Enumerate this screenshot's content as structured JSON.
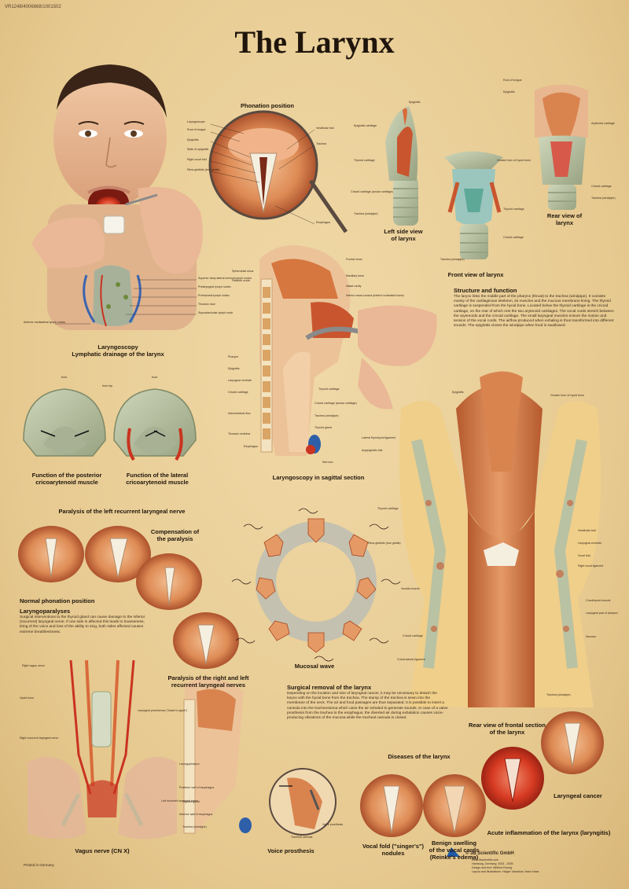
{
  "code": "VR1248/4006668/1001502",
  "title": "The Larynx",
  "captions": {
    "phonation": "Phonation position",
    "left_side": "Left side view\nof larynx",
    "rear_view": "Rear view of\nlarynx",
    "front_view": "Front view of larynx",
    "laryngoscopy": "Laryngoscopy\nLymphatic drainage of the larynx",
    "posterior": "Function of the posterior\ncricoarytenoid muscle",
    "lateral": "Function of the lateral\ncricoarytenoid muscle",
    "sagittal": "Laryngoscopy in sagittal section",
    "paralysis_left": "Paralysis of the left recurrent laryngeal nerve",
    "compensation": "Compensation of\nthe paralysis",
    "normal": "Normal phonation position",
    "mucosal": "Mucosal wave",
    "paralysis_rl": "Paralysis of the right and left\nrecurrent laryngeal nerves",
    "frontal": "Rear view of frontal section\nof the larynx",
    "vagus": "Vagus nerve (CN X)",
    "voice": "Voice prosthesis",
    "diseases": "Diseases of the larynx",
    "laryngeal_cancer": "Laryngeal cancer",
    "acute": "Acute inflammation of the larynx (laryngitis)",
    "nodules": "Vocal fold (\"singer's\") nodules",
    "benign": "Benign swelling\nof the vocal cards\n(Reinke's edema)"
  },
  "texts": {
    "structure_title": "Structure and function",
    "structure_body": "The larynx links the middle part of the pharynx (throat) to the trachea (windpipe). It consists mainly of the cartilaginous skeleton, its muscles and the mucous membrane lining. The thyroid cartilage is suspended from the hyoid bone. Located below the thyroid cartilage is the cricoid cartilage, on the rear of which rest the two arytenoid cartilages. The vocal cords stretch between the arytenoids and the cricoid cartilage. The small laryngeal muscles ensure the motion and tension of the vocal cords. The airflow produced when exhaling is thus transformed into different sounds. The epiglottis closes the windpipe when food is swallowed.",
    "laryngoparalyses_title": "Laryngoparalyses",
    "laryngoparalyses_body": "Surgical interventions to the thyroid gland can cause damage to the inferior (recurrent) laryngeal nerve. If one side is affected this leads to hoarseness, tiring of the voice and loss of the ability to sing, both sides affected causes extreme breathlessness.",
    "surgical_title": "Surgical removal of the larynx",
    "surgical_body": "Depending on the location and size of laryngeal cancer, it may be necessary to detach the larynx with the hyoid bone from the trachea. The stump of the trachea is sewn into the membrane of the neck. The air and food passages are thus separated. It is possible to insert a cannula into the tracheostoma which uses the air exhaled to generate sounds. In case of a valve prosthesis from the trachea to the esophagus, the diverted air during exhalation causes voice-producing vibrations of the mucosa while the tracheal cannula is closed.",
    "printed": "Printed in Germany",
    "publisher": "© 3B Scientific GmbH",
    "pub_line1": "www.3bscientific.com",
    "pub_line2": "Hamburg, Germany, 2003 - 2005",
    "pub_line3": "Design and text: Wilfried Fennig",
    "pub_line4": "Layout and Illustrations: Holger Vanselow, Hans Haas"
  },
  "labels": {
    "ph_laryngoscope": "Laryngoscope",
    "ph_root_tongue": "Root of tongue",
    "ph_epiglottis": "Epiglottis",
    "ph_stalk": "Stalk of epiglottis",
    "ph_right_vocal": "Right vocal fold",
    "ph_rima": "Rima glottidis (true glottis)",
    "ph_vestibular": "Vestibular fold",
    "ph_trachea": "Trachea",
    "ph_esophagus": "Esophagus",
    "lymph_superior": "Superior deep lateral cervical lymph nodes",
    "lymph_prelaryngeal": "Prelaryngeal lymph nodes",
    "lymph_pretracheal": "Pretracheal lymph nodes",
    "lymph_thoracic": "Thoracic duct",
    "lymph_supra": "Supraclavicular lymph node",
    "lymph_anterior": "Anterior mediastinal lymph nodes",
    "sag_sphenoidal": "Sphenoidal sinus",
    "sag_palatine": "Palatine uvula",
    "sag_frontal": "Frontal sinus",
    "sag_maxillary": "Maxillary bone",
    "sag_nasal": "Nasal cavity",
    "sag_inferior": "Inferior nasal concha (inferior turbinated bone)",
    "sag_pharynx": "Pharynx",
    "sag_epiglottis": "Epiglottis",
    "sag_ventricle": "Laryngeal ventricle",
    "sag_cricoid": "Cricoid cartilage",
    "sag_disc": "Intervertebral disc",
    "sag_vertebra": "Thoracic vertebra",
    "sag_esophagus": "Esophagus",
    "sag_thyroid_c": "Thyroid cartilage",
    "sag_cricoid2": "Cricoid cartilage (anular cartilage)",
    "sag_trachea": "Trachea (windpipe)",
    "sag_thyroid_g": "Thyroid gland",
    "sag_sternum": "Sternum",
    "fr_epiglottis": "Epiglottis",
    "fr_greater_horn": "Greater horn of hyoid bone",
    "fr_lateral_lig": "Lateral thyrohyoid ligament",
    "fr_aryepi": "Aryepiglottic fold",
    "fr_thyroid": "Thyroid cartilage",
    "fr_rima": "Rima glottidis (true glottis)",
    "fr_vocalis": "Vocalis muscle",
    "fr_cricoid": "Cricoid cartilage",
    "fr_cricotracheal": "Cricotracheal ligament",
    "fr_vestibular": "Vestibular fold",
    "fr_ventricle": "Laryngeal ventricle",
    "fr_vocal_fold": "Vocal fold",
    "fr_right_vocal_lig": "Right vocal ligament",
    "fr_cricothyroid": "Cricothyroid muscle",
    "fr_laryngeal_part": "Laryngeal part of pharynx",
    "fr_mucosa": "Mucosa",
    "fr_trachea": "Trachea (windpipe)",
    "vg_right_vagus": "Right vagus nerve",
    "vg_hyoid": "Hyoid bone",
    "vg_right_recurrent": "Right recurrent laryngeal nerve",
    "vg_prominence": "Laryngeal prominence (\"Adam's apple\")",
    "vg_left_recurrent": "Left recurrent laryngeal nerve",
    "vp_laryngopharynx": "Laryngopharynx",
    "vp_posterior": "Posterior wall of esophagus",
    "vp_thyroid": "Thyroid gland",
    "vp_anterior": "Anterior wall of esophagus",
    "vp_trachea": "Trachea (windpipe)",
    "vp_valve": "Valve prosthesis",
    "vp_cannula": "Tracheal cannula",
    "pp_front": "front",
    "pp_top": "from top",
    "ls_epiglottis": "Epiglottis",
    "ls_epi_cart": "Epiglottic cartilage",
    "ls_thyroid": "Thyroid cartilage",
    "ls_cricoid": "Cricoid cartilage (anular cartilage)",
    "ls_trachea": "Trachea (windpipe)",
    "rv_root": "Root of tongue",
    "rv_epiglottis": "Epiglottis",
    "rv_arytenoid": "Arytenoid cartilage",
    "rv_cricoid": "Cricoid cartilage",
    "rv_trachea": "Trachea (windpipe)",
    "fv_greater": "Greater horn of hyoid bone",
    "fv_thyroid": "Thyroid cartilage",
    "fv_cricoid": "Cricoid cartilage",
    "fv_trachea": "Trachea (windpipe)"
  },
  "colors": {
    "background": "#e9cf9c",
    "tissue": "#d9844f",
    "dark_tissue": "#a8461f",
    "cartilage": "#b9c2a2",
    "nerve_red": "#c9331f",
    "text": "#1f150c"
  }
}
